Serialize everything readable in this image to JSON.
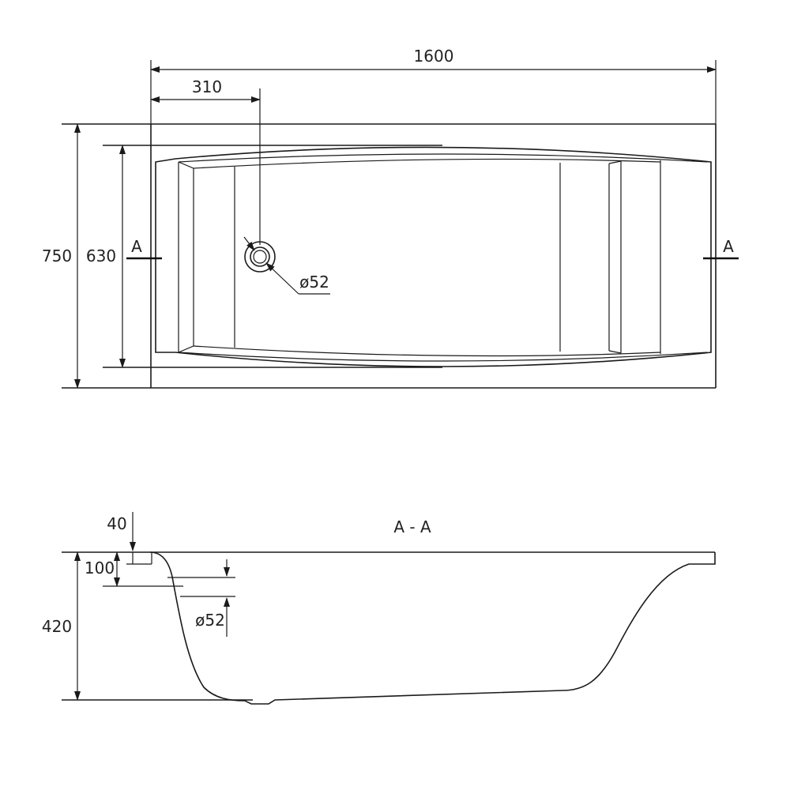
{
  "top_view": {
    "length_label": "1600",
    "drain_offset_label": "310",
    "outer_width_label": "750",
    "inner_width_label": "630",
    "drain_diameter_label": "ø52",
    "section_mark_left": "A",
    "section_mark_right": "A"
  },
  "section_view": {
    "title": "A - A",
    "rim_label": "40",
    "overflow_label": "100",
    "overflow_diameter_label": "ø52",
    "height_label": "420"
  }
}
